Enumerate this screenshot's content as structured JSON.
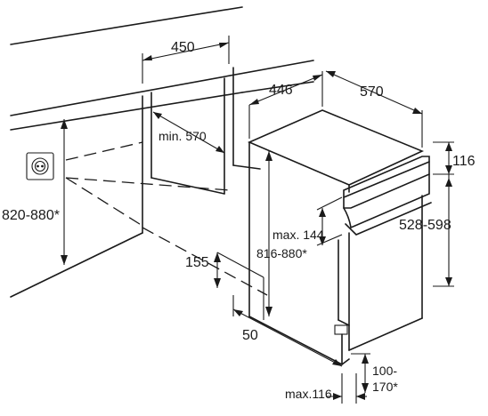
{
  "dimensions": {
    "cabinet_width": "450",
    "depth_side": "446",
    "depth_top": "570",
    "min_depth": "min. 570",
    "height_range_left": "820-880*",
    "panel_height": "116",
    "door_range": "528-598",
    "max_gap": "max. 144",
    "appliance_height": "816-880*",
    "plinth_height": "155",
    "plinth_depth": "50",
    "foot_range_a": "100-",
    "foot_range_b": "170*",
    "max_foot": "max.116"
  }
}
